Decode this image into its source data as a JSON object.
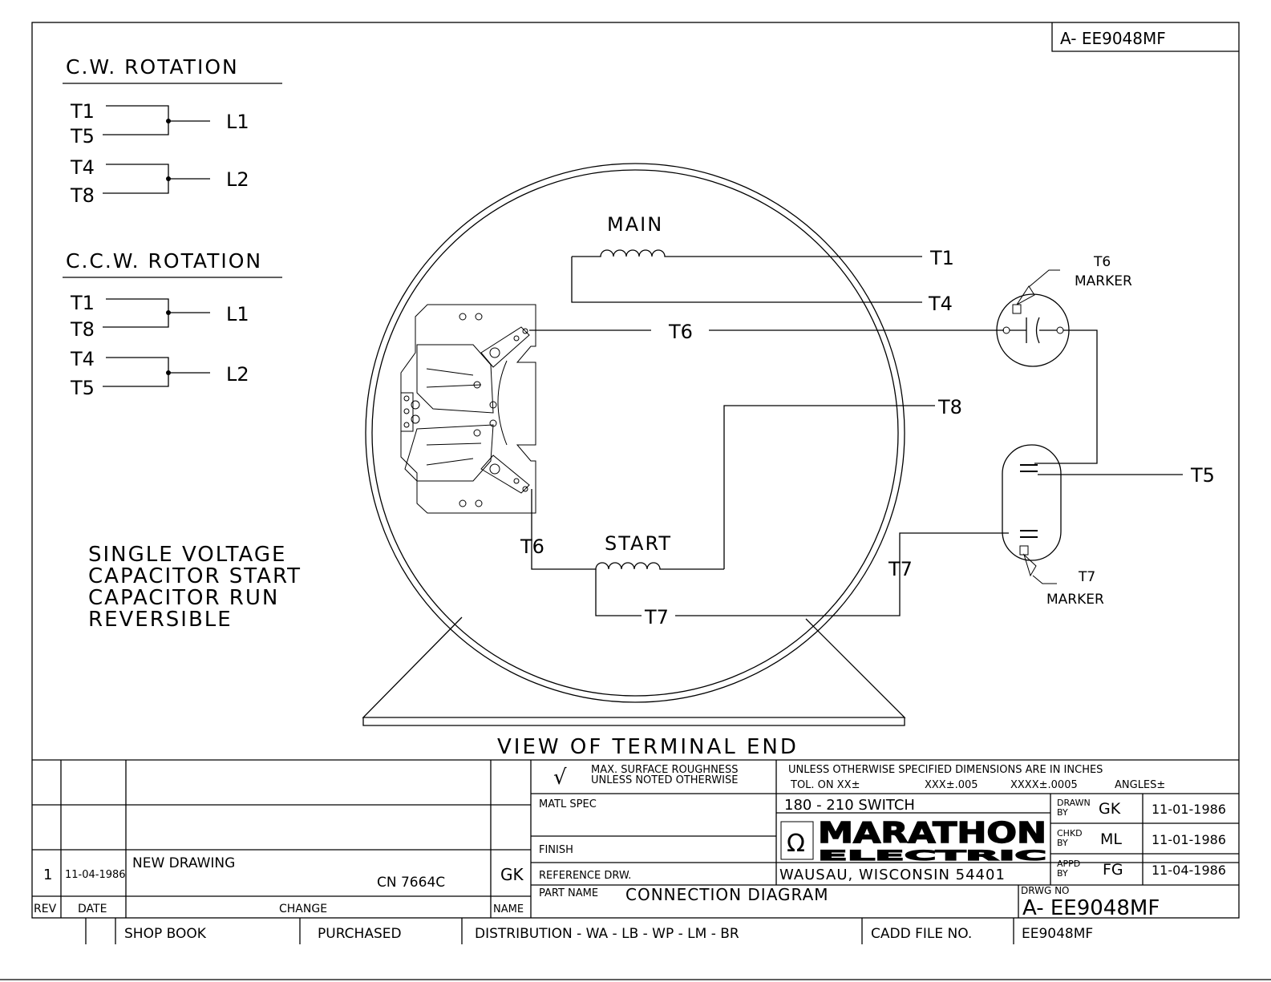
{
  "drawing": {
    "number_top": "A- EE9048MF",
    "cw": {
      "title": "C.W. ROTATION",
      "a1": "T1",
      "a2": "T5",
      "la": "L1",
      "b1": "T4",
      "b2": "T8",
      "lb": "L2"
    },
    "ccw": {
      "title": "C.C.W. ROTATION",
      "a1": "T1",
      "a2": "T8",
      "la": "L1",
      "b1": "T4",
      "b2": "T5",
      "lb": "L2"
    },
    "description": [
      "SINGLE VOLTAGE",
      "CAPACITOR START",
      "CAPACITOR RUN",
      "REVERSIBLE"
    ],
    "view_label": "VIEW OF TERMINAL END"
  },
  "wiring": {
    "main": "MAIN",
    "start": "START",
    "t1": "T1",
    "t4": "T4",
    "t6": "T6",
    "t8": "T8",
    "t5": "T5",
    "t7": "T7",
    "t6_lower": "T6",
    "t7_lower": "T7",
    "t7_right": "T7",
    "t6_marker": [
      "T6",
      "MARKER"
    ],
    "t7_marker": [
      "T7",
      "MARKER"
    ]
  },
  "title_block": {
    "rev": "1",
    "rev_date": "11-04-1986",
    "change": "NEW DRAWING",
    "cn": "CN 7664C",
    "name": "GK",
    "col_rev": "REV",
    "col_date": "DATE",
    "col_change": "CHANGE",
    "col_name": "NAME",
    "roughness": [
      "MAX. SURFACE ROUGHNESS",
      "UNLESS NOTED OTHERWISE"
    ],
    "check_mark": "√",
    "tolerance_head": "UNLESS OTHERWISE SPECIFIED DIMENSIONS ARE IN INCHES",
    "tolerance": {
      "label": "TOL. ON XX±",
      "xxx": "XXX±.005",
      "xxxx": "XXXX±.0005",
      "angles": "ANGLES±"
    },
    "matl_spec": "MATL SPEC",
    "finish": "FINISH",
    "reference": "REFERENCE DRW.",
    "switch": "180 - 210 SWITCH",
    "brand": "MARATHON",
    "brand_sub": "ELECTRIC",
    "omega": "Ω",
    "location": "WAUSAU, WISCONSIN 54401",
    "drawn": {
      "label": "DRAWN",
      "by": "BY",
      "initials": "GK",
      "date": "11-01-1986"
    },
    "chkd": {
      "label": "CHKD",
      "by": "BY",
      "initials": "ML",
      "date": "11-01-1986"
    },
    "appd": {
      "label": "APPD",
      "by": "BY",
      "initials": "FG",
      "date": "11-04-1986"
    },
    "part_name_label": "PART NAME",
    "part_name": "CONNECTION DIAGRAM",
    "drwg_no_label": "DRWG NO",
    "drwg_no": "A- EE9048MF"
  },
  "footer": {
    "shop_book": "SHOP BOOK",
    "purchased": "PURCHASED",
    "distribution": "DISTRIBUTION - WA - LB - WP - LM - BR",
    "cadd_label": "CADD FILE NO.",
    "cadd_file": "EE9048MF"
  }
}
